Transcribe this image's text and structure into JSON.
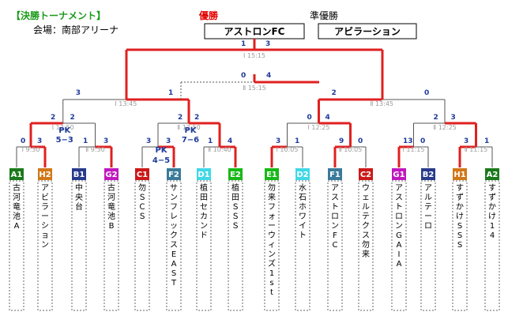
{
  "header": {
    "title": "【決勝トーナメント】",
    "venue": "会場：南部アリーナ",
    "champion_label": "優勝",
    "runner_up_label": "準優勝",
    "champion_team": "アストロンFC",
    "runner_up_team": "アビラーション"
  },
  "teams": [
    {
      "code": "A1",
      "name": "古河竜池A",
      "color": "#1a7a1a"
    },
    {
      "code": "H2",
      "name": "アビラーション",
      "color": "#d07818"
    },
    {
      "code": "B1",
      "name": "中央台",
      "color": "#283a8c"
    },
    {
      "code": "G2",
      "name": "古河竜池B",
      "color": "#c018c0"
    },
    {
      "code": "C1",
      "name": "勿ＳＣＳ",
      "color": "#cc1818"
    },
    {
      "code": "F2",
      "name": "サンフレックスEAST",
      "color": "#3a7a9a"
    },
    {
      "code": "D1",
      "name": "植田セカンド",
      "color": "#40d8e8"
    },
    {
      "code": "E2",
      "name": "植田ＳＳＳ",
      "color": "#18b818"
    },
    {
      "code": "E1",
      "name": "勿来フォーウィンズ1st",
      "color": "#18b818"
    },
    {
      "code": "D2",
      "name": "水石ホワイト",
      "color": "#40d8e8"
    },
    {
      "code": "F1",
      "name": "アストロンFC",
      "color": "#3a7a9a"
    },
    {
      "code": "C2",
      "name": "ウェルテクス勿来",
      "color": "#cc1818"
    },
    {
      "code": "G1",
      "name": "アストロンGAIA",
      "color": "#c018c0"
    },
    {
      "code": "B2",
      "name": "アルテーロ",
      "color": "#283a8c"
    },
    {
      "code": "H1",
      "name": "すずかけSSS",
      "color": "#d07818"
    },
    {
      "code": "A2",
      "name": "すずかけ14",
      "color": "#1a7a1a"
    }
  ],
  "round1": [
    {
      "label": "Ⅰ 9:30",
      "left": "0",
      "right": "3"
    },
    {
      "label": "Ⅱ 9:30",
      "left": "1",
      "right": "3"
    },
    {
      "label": "",
      "left": "3",
      "right": "3",
      "pk": "PK",
      "pk_score": "4−5"
    },
    {
      "label": "Ⅱ 10:40",
      "left": "1",
      "right": "4"
    },
    {
      "label": "Ⅰ 10:05",
      "left": "3",
      "right": "1"
    },
    {
      "label": "Ⅱ 10:05",
      "left": "9",
      "right": "0"
    },
    {
      "label": "Ⅰ 11:15",
      "left": "13",
      "right": "0"
    },
    {
      "label": "Ⅱ 11:15",
      "left": "3",
      "right": "1"
    }
  ],
  "round2": [
    {
      "label": "Ⅰ 12:50",
      "left": "2",
      "right": "2",
      "pk": "PK",
      "pk_score": "5−3"
    },
    {
      "label": "Ⅱ 12:50",
      "left": "2",
      "right": "2",
      "pk": "PK",
      "pk_score": "7−6"
    },
    {
      "label": "Ⅰ 12:25",
      "left": "0",
      "right": "4"
    },
    {
      "label": "Ⅱ 12:25",
      "left": "2",
      "right": "3"
    }
  ],
  "semis": [
    {
      "label": "Ⅰ 13:45",
      "left": "3",
      "right": "1"
    },
    {
      "label": "Ⅱ 13:45",
      "left": "2",
      "right": "0"
    }
  ],
  "third": {
    "label": "Ⅱ 15:15",
    "left": "0",
    "right": "4"
  },
  "final": {
    "label": "Ⅰ 15:15",
    "left": "1",
    "right": "3"
  }
}
